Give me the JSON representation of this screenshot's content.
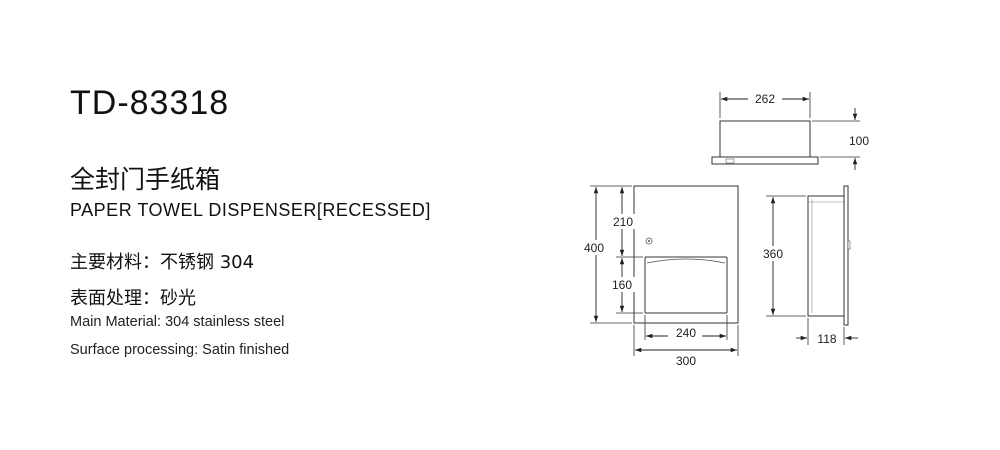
{
  "product": {
    "model": "TD-83318",
    "name_cn": "全封门手纸箱",
    "name_en": "PAPER TOWEL DISPENSER[RECESSED]",
    "material_cn": "主要材料：不锈钢 304",
    "finish_cn": "表面处理：砂光",
    "material_en": "Main Material: 304 stainless steel",
    "finish_en": "Surface processing: Satin finished"
  },
  "dimensions": {
    "top_width": "262",
    "top_height": "100",
    "front_total_height": "400",
    "front_upper": "210",
    "front_lower": "160",
    "front_inner_width": "240",
    "front_outer_width": "300",
    "side_height": "360",
    "side_depth": "118"
  }
}
